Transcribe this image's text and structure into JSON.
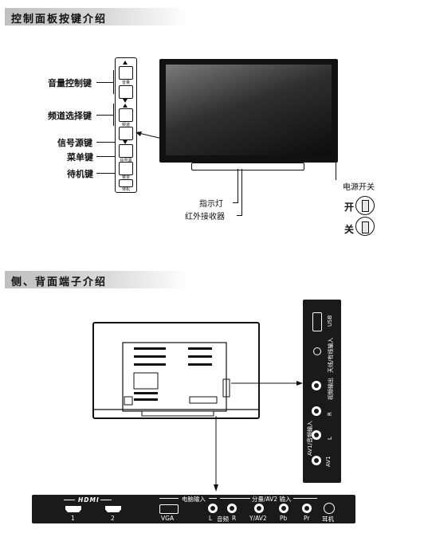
{
  "sections": {
    "control_panel_title": "控制面板按键介绍",
    "ports_title": "侧、背面端子介绍"
  },
  "control_panel": {
    "labels": {
      "volume": "音量控制键",
      "channel": "频道选择键",
      "source": "信号源键",
      "menu": "菜单键",
      "standby": "待机键"
    },
    "key_texts": {
      "volume": "音量",
      "channel": "频道",
      "source": "信号源",
      "menu": "菜单",
      "standby": "待机"
    }
  },
  "tv_labels": {
    "indicator": "指示灯",
    "ir_receiver": "红外接收器"
  },
  "power_switch": {
    "title": "电源开关",
    "on": "开",
    "off": "关"
  },
  "side_panel": {
    "usb": "USB",
    "antenna": "天线/有线输入",
    "video_out": "视频输出",
    "r": "R",
    "l": "L",
    "av1": "AV1",
    "av1_audio": "AV1/音频输入"
  },
  "bottom_panel": {
    "hdmi_logo": "HDMI",
    "hdmi1": "1",
    "hdmi2": "2",
    "pc_group": "电脑输入",
    "vga": "VGA",
    "component_group": "分量/AV2 输入",
    "l": "L",
    "audio": "音频",
    "r": "R",
    "yav2": "Y/AV2",
    "pb": "Pb",
    "pr": "Pr",
    "earphone": "耳机"
  }
}
